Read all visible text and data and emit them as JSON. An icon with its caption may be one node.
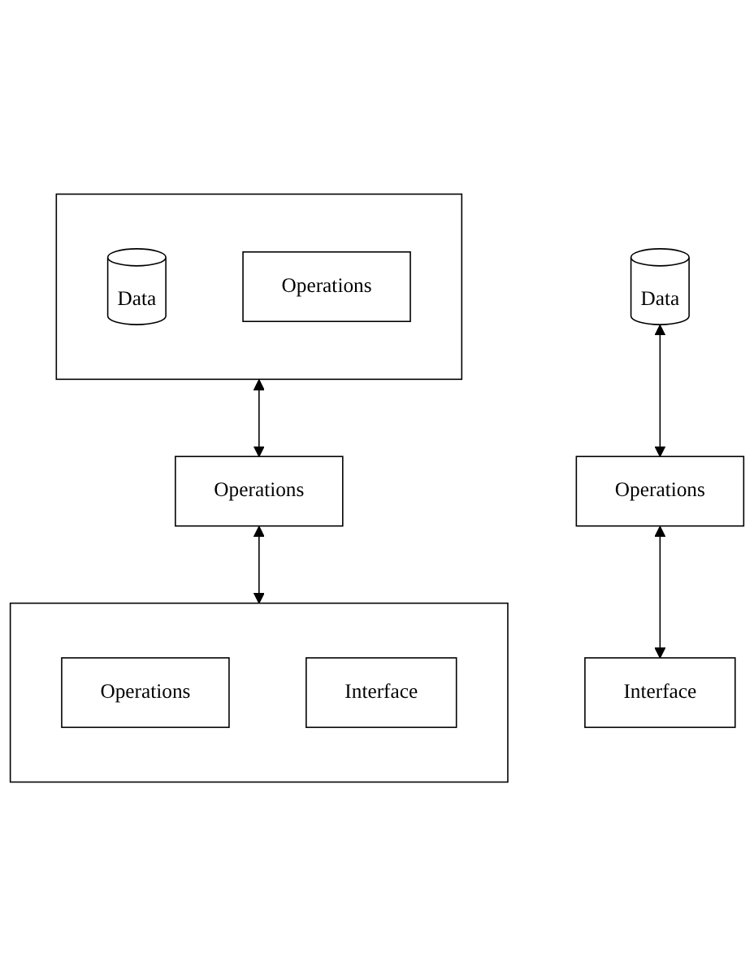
{
  "diagram": {
    "nodes": [
      {
        "text": [
          "Data"
        ]
      },
      {
        "text": [
          "Operations"
        ]
      },
      {
        "text": [
          "Interface"
        ]
      },
      {
        "text": [],
        "shape": "box"
      },
      {
        "text": [
          "Data"
        ],
        "in": 3
      },
      {
        "text": [
          "Operations"
        ],
        "in": 3
      },
      {
        "text": [
          "Operations"
        ]
      },
      {
        "text": [],
        "shape": "box"
      },
      {
        "text": [
          "Operations"
        ],
        "in": 7
      },
      {
        "text": [
          "Interface"
        ],
        "in": 7
      }
    ],
    "edges": [
      {
        "from": 0,
        "to": 1,
        "arrow": "both"
      },
      {
        "from": 1,
        "to": 2,
        "arrow": "both"
      },
      {
        "from": 3,
        "to": 6,
        "arrow": "both"
      },
      {
        "from": 6,
        "to": 7,
        "arrow": "both"
      }
    ]
  }
}
